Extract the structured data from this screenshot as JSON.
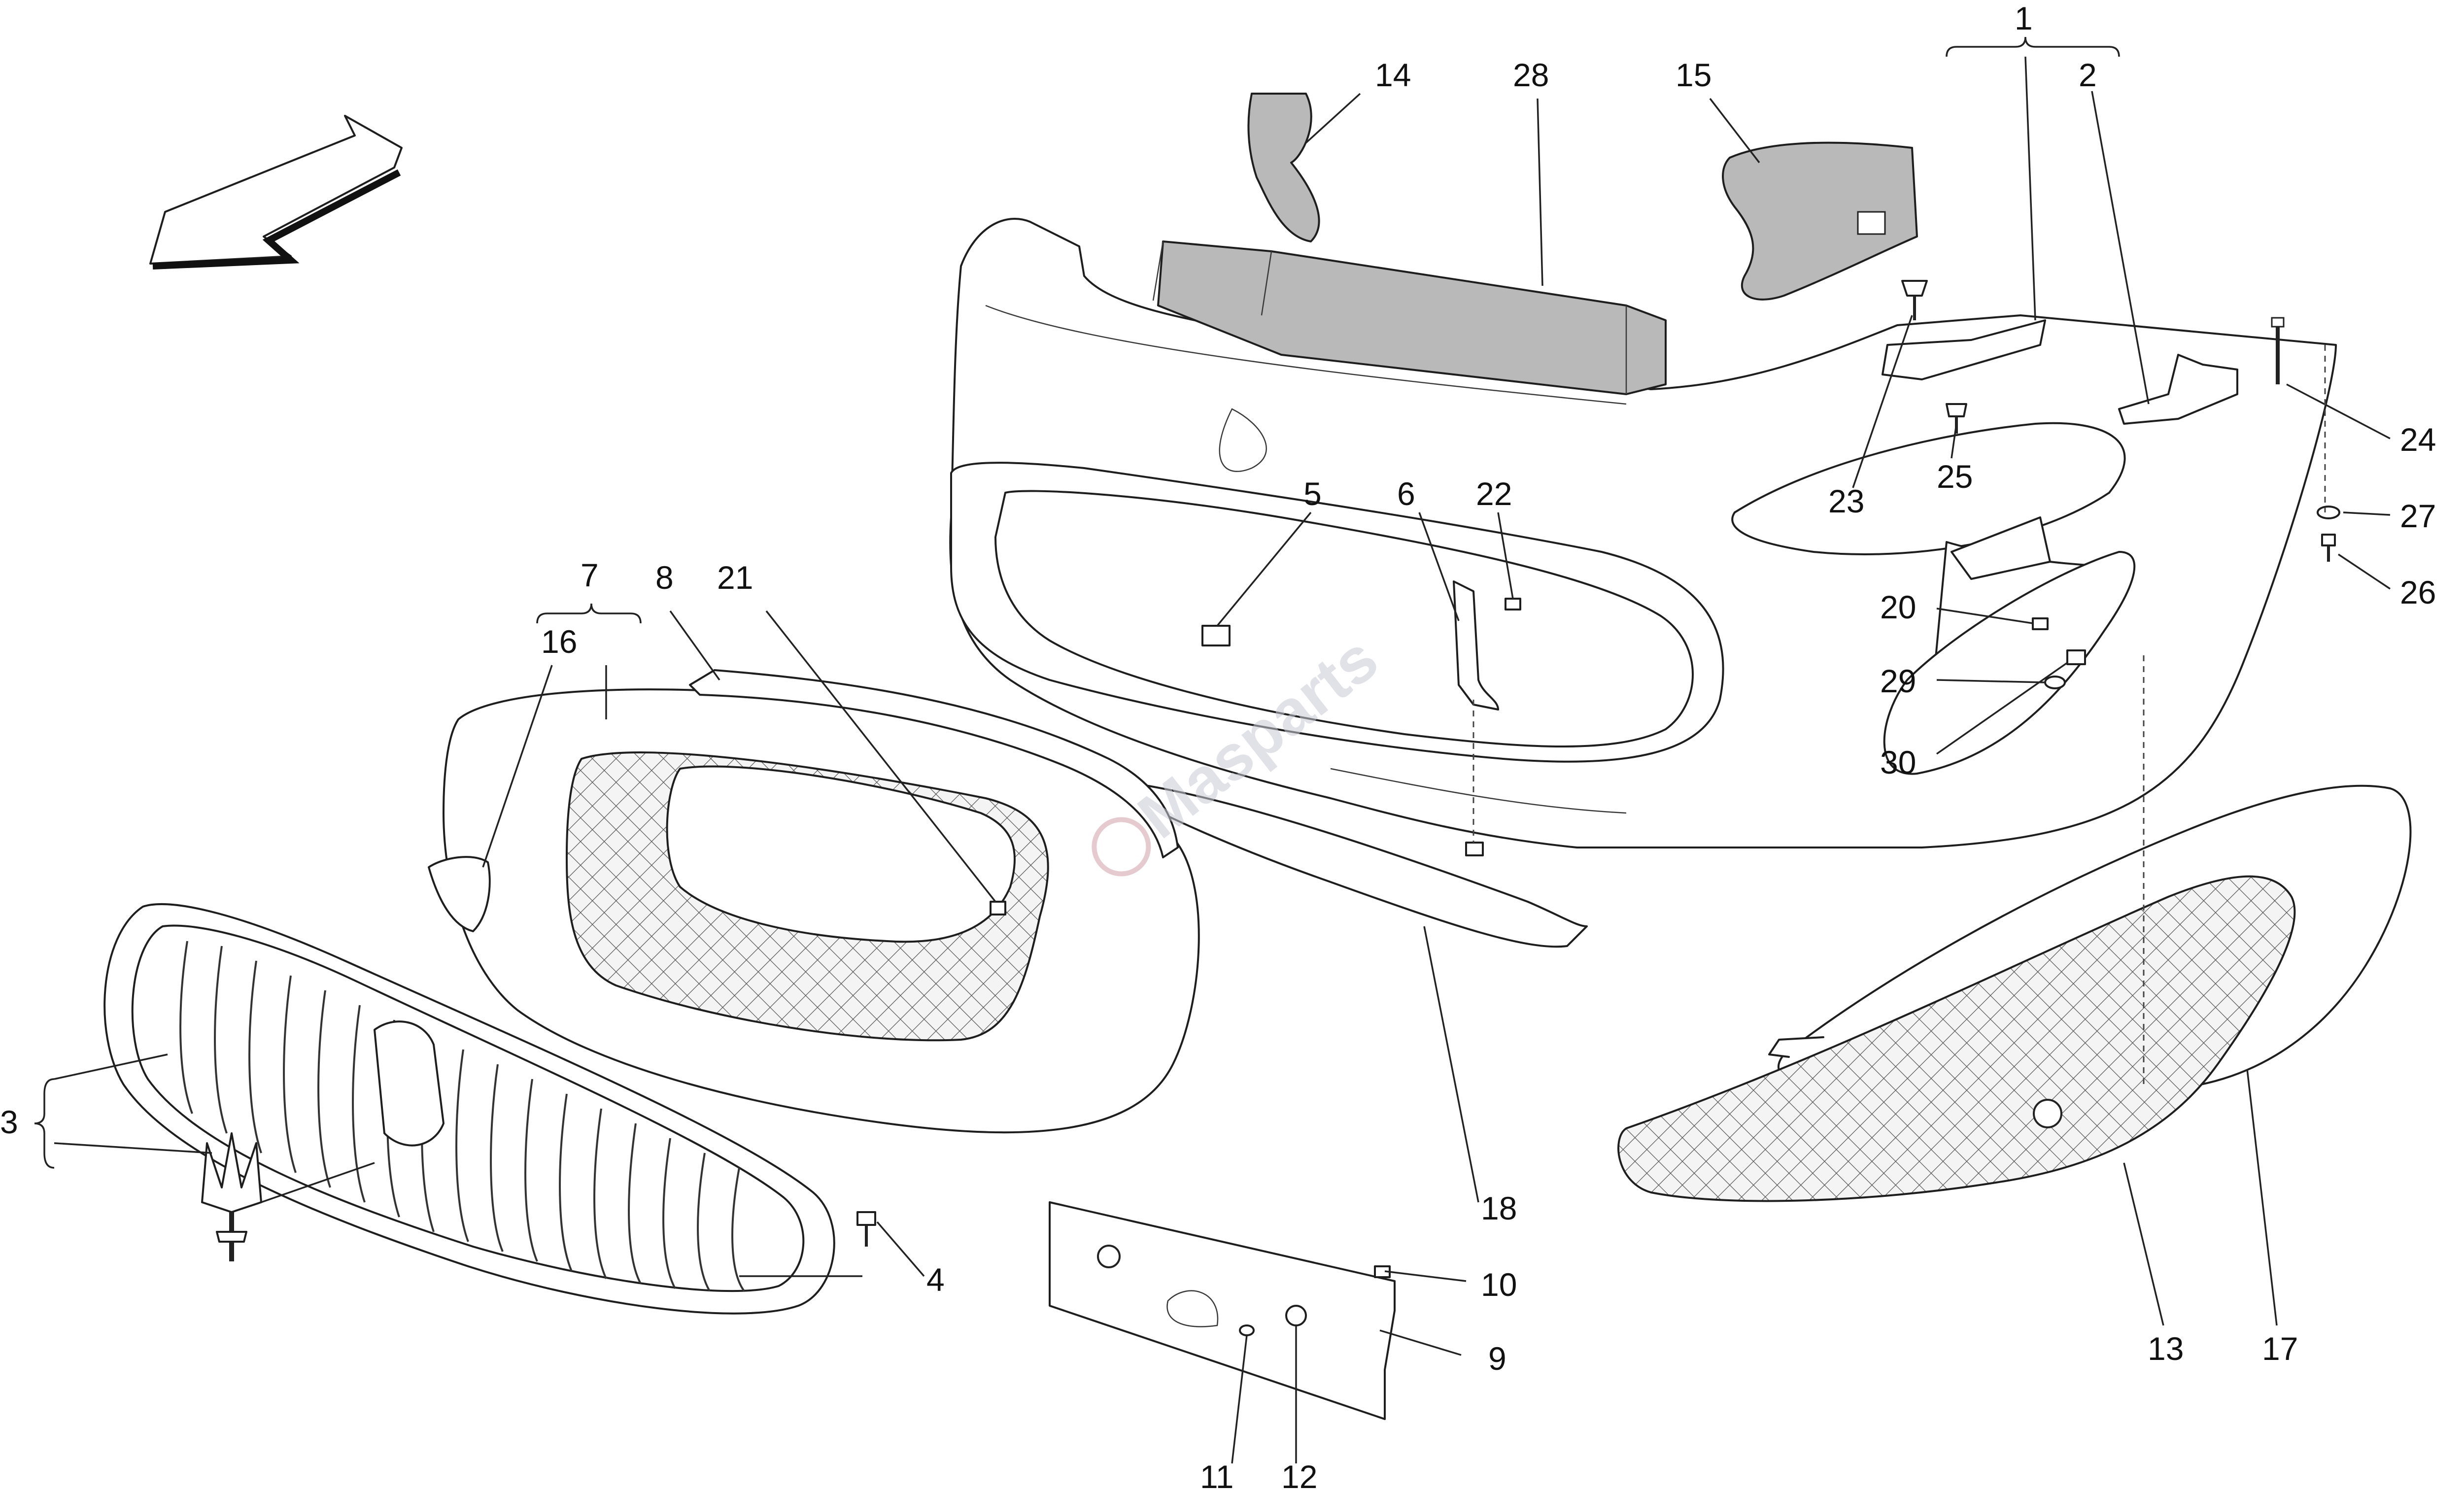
{
  "diagram": {
    "callouts": [
      {
        "id": "c1",
        "label": "1"
      },
      {
        "id": "c2",
        "label": "2"
      },
      {
        "id": "c3",
        "label": "3"
      },
      {
        "id": "c4",
        "label": "4"
      },
      {
        "id": "c5",
        "label": "5"
      },
      {
        "id": "c6",
        "label": "6"
      },
      {
        "id": "c7",
        "label": "7"
      },
      {
        "id": "c8",
        "label": "8"
      },
      {
        "id": "c9",
        "label": "9"
      },
      {
        "id": "c10",
        "label": "10"
      },
      {
        "id": "c11",
        "label": "11"
      },
      {
        "id": "c12",
        "label": "12"
      },
      {
        "id": "c13",
        "label": "13"
      },
      {
        "id": "c14",
        "label": "14"
      },
      {
        "id": "c15",
        "label": "15"
      },
      {
        "id": "c16",
        "label": "16"
      },
      {
        "id": "c17",
        "label": "17"
      },
      {
        "id": "c18",
        "label": "18"
      },
      {
        "id": "c20",
        "label": "20"
      },
      {
        "id": "c21",
        "label": "21"
      },
      {
        "id": "c22",
        "label": "22"
      },
      {
        "id": "c23",
        "label": "23"
      },
      {
        "id": "c24",
        "label": "24"
      },
      {
        "id": "c25",
        "label": "25"
      },
      {
        "id": "c26",
        "label": "26"
      },
      {
        "id": "c27",
        "label": "27"
      },
      {
        "id": "c28",
        "label": "28"
      },
      {
        "id": "c29",
        "label": "29"
      },
      {
        "id": "c30",
        "label": "30"
      }
    ],
    "watermark": "Masparts"
  }
}
